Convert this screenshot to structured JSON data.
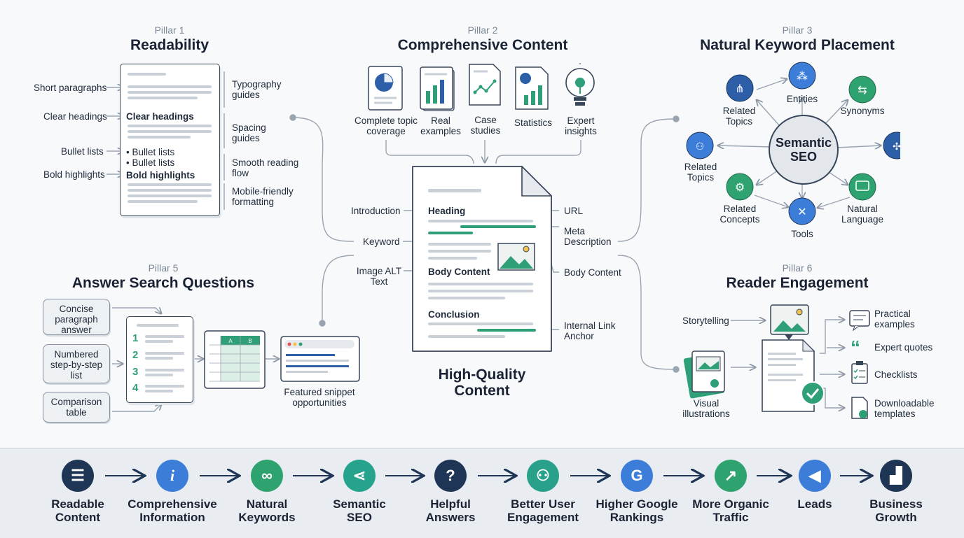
{
  "pillar1": {
    "label": "Pillar 1",
    "title": "Readability",
    "left_items": [
      "Short paragraphs",
      "Clear headings",
      "Bullet lists",
      "Bold highlights"
    ],
    "doc_heading": "Clear headings",
    "doc_bullet1": "• Bullet lists",
    "doc_bullet2": "• Bullet lists",
    "doc_bold": "Bold highlights",
    "right_items": [
      "Typography guides",
      "Spacing guides",
      "Smooth reading flow",
      "Mobile-friendly formatting"
    ]
  },
  "pillar2": {
    "label": "Pillar 2",
    "title": "Comprehensive Content",
    "items": [
      "Complete topic coverage",
      "Real examples",
      "Case studies",
      "Statistics",
      "Expert insights"
    ]
  },
  "pillar3": {
    "label": "Pillar 3",
    "title": "Natural Keyword Placement",
    "center": "Semantic SEO",
    "nodes": [
      "Entities",
      "Related Topics",
      "Synonyms",
      "Related Topics",
      "Related Concepts",
      "Tools",
      "Natural Language"
    ]
  },
  "center": {
    "left_labels": [
      "Introduction",
      "Keyword",
      "Image ALT Text"
    ],
    "right_labels": [
      "URL",
      "Meta Description",
      "Body Content",
      "Internal Link Anchor"
    ],
    "doc_heading": "Heading",
    "doc_body": "Body Content",
    "doc_conclusion": "Conclusion",
    "title": "High-Quality Content"
  },
  "pillar5": {
    "label": "Pillar 5",
    "title": "Answer Search Questions",
    "boxes": [
      "Concise paragraph answer",
      "Numbered step-by-step list",
      "Comparison table"
    ],
    "numbers": [
      "1",
      "2",
      "3",
      "4"
    ],
    "table_headers": [
      "A",
      "B"
    ],
    "featured": "Featured snippet opportunities"
  },
  "pillar6": {
    "label": "Pillar 6",
    "title": "Reader Engagement",
    "left": [
      "Storytelling",
      "Visual illustrations"
    ],
    "right": [
      "Practical examples",
      "Expert quotes",
      "Checklists",
      "Downloadable templates"
    ]
  },
  "flow": [
    {
      "label": "Readable Content",
      "icon": "list-icon",
      "color": "#1f3556"
    },
    {
      "label": "Comprehensive Information",
      "icon": "info-icon",
      "color": "#3b7dd8"
    },
    {
      "label": "Natural Keywords",
      "icon": "link-icon",
      "color": "#2fa36f"
    },
    {
      "label": "Semantic SEO",
      "icon": "share-icon",
      "color": "#26a38c"
    },
    {
      "label": "Helpful Answers",
      "icon": "question-icon",
      "color": "#1f3556"
    },
    {
      "label": "Better User Engagement",
      "icon": "users-icon",
      "color": "#29a08a"
    },
    {
      "label": "Higher Google Rankings",
      "icon": "google-icon",
      "color": "#3b7dd8"
    },
    {
      "label": "More Organic Traffic",
      "icon": "trend-icon",
      "color": "#2fa36f"
    },
    {
      "label": "Leads",
      "icon": "megaphone-icon",
      "color": "#3b7dd8"
    },
    {
      "label": "Business Growth",
      "icon": "growth-chart-icon",
      "color": "#1f3556"
    }
  ],
  "colors": {
    "navy": "#1f3556",
    "green": "#2f9f78",
    "blue": "#3b7dd8"
  }
}
